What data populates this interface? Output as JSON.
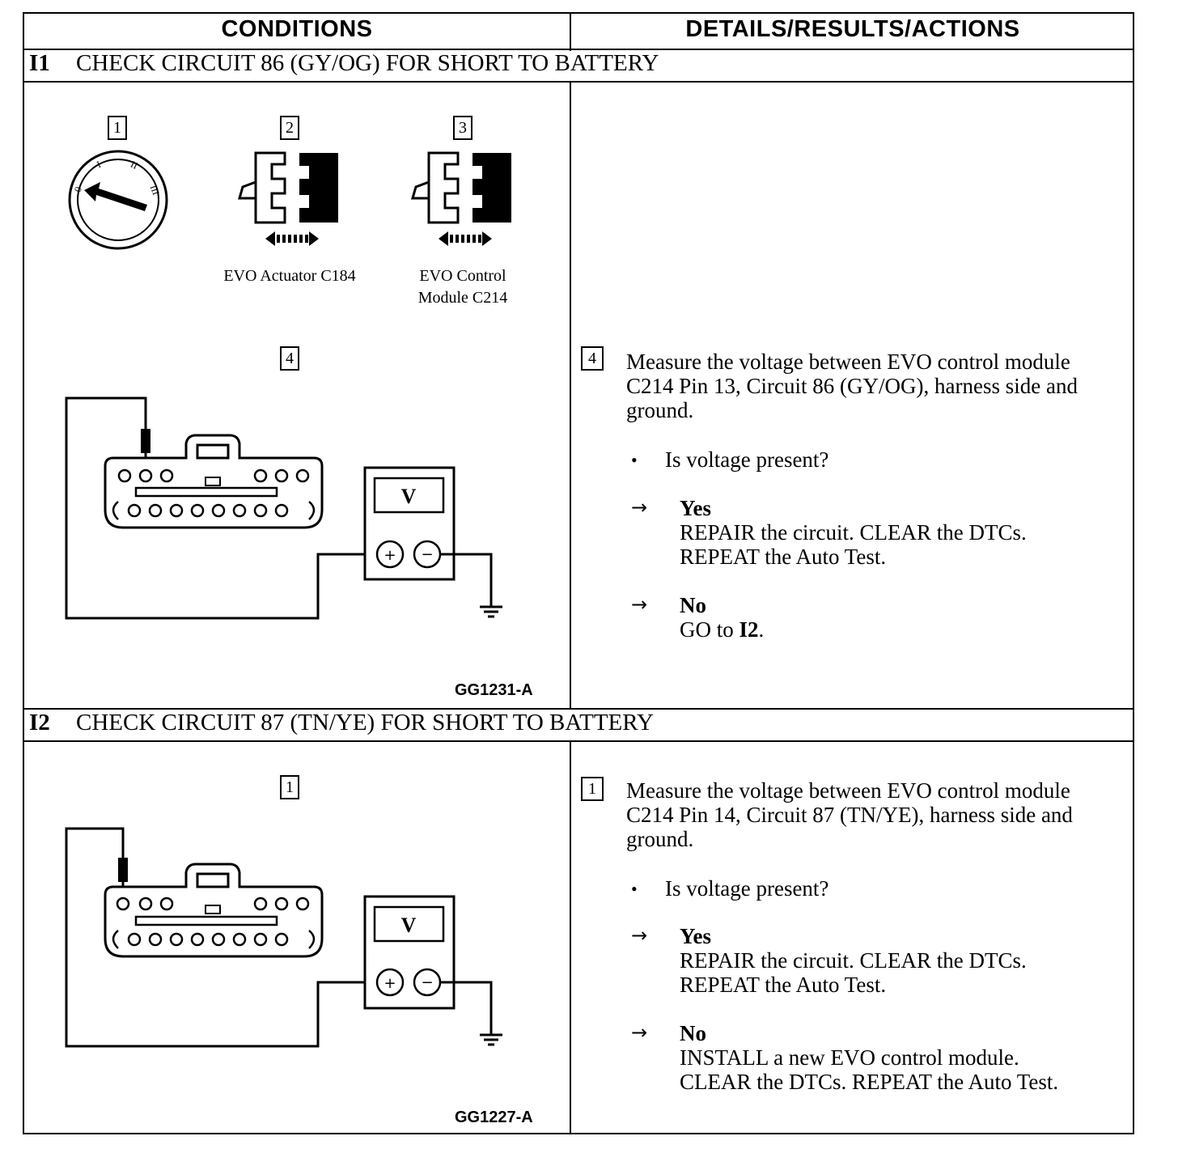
{
  "headers": {
    "conditions": "CONDITIONS",
    "details": "DETAILS/RESULTS/ACTIONS"
  },
  "step_i1": {
    "id": "I1",
    "title": "CHECK CIRCUIT 86 (GY/OG) FOR SHORT TO BATTERY",
    "figure_boxes": [
      "1",
      "2",
      "3",
      "4"
    ],
    "connector_2_caption": "EVO Actuator C184",
    "connector_3_caption_line1": "EVO Control",
    "connector_3_caption_line2": "Module C214",
    "meter_label": "V",
    "figure_id": "GG1231-A",
    "detail_box": "4",
    "instruction_line1": "Measure the voltage between EVO control module",
    "instruction_line2": "C214 Pin 13, Circuit 86 (GY/OG), harness side and",
    "instruction_line3": "ground.",
    "bullet": "•",
    "question": "Is voltage present?",
    "arrow": "→",
    "yes_label": "Yes",
    "yes_line1": "REPAIR the circuit. CLEAR the DTCs.",
    "yes_line2": "REPEAT the Auto Test.",
    "no_label": "No",
    "no_text": "GO to ",
    "no_target": "I2",
    "no_period": "."
  },
  "step_i2": {
    "id": "I2",
    "title": "CHECK CIRCUIT 87 (TN/YE) FOR SHORT TO BATTERY",
    "figure_box": "1",
    "meter_label": "V",
    "figure_id": "GG1227-A",
    "detail_box": "1",
    "instruction_line1": "Measure the voltage between EVO control module",
    "instruction_line2": "C214 Pin 14, Circuit 87 (TN/YE), harness side and",
    "instruction_line3": "ground.",
    "bullet": "•",
    "question": "Is voltage present?",
    "arrow": "→",
    "yes_label": "Yes",
    "yes_line1": "REPAIR the circuit. CLEAR the DTCs.",
    "yes_line2": "REPEAT the Auto Test.",
    "no_label": "No",
    "no_line1": "INSTALL a new EVO control module.",
    "no_line2": "CLEAR the DTCs. REPEAT the Auto Test."
  },
  "ignition_switch_marks": [
    "0",
    "I",
    "II",
    "III"
  ]
}
